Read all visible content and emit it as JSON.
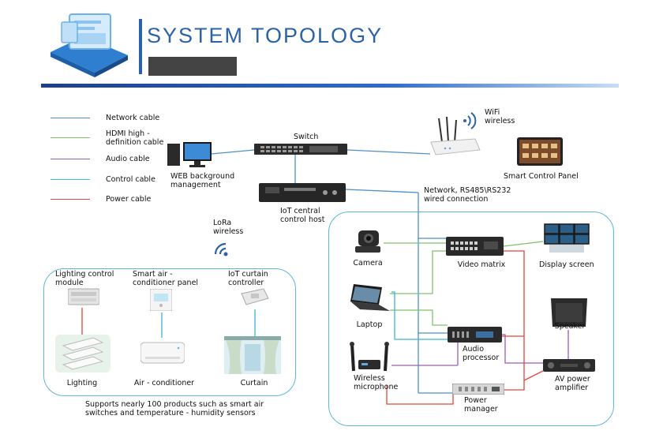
{
  "header": {
    "title": "SYSTEM TOPOLOGY"
  },
  "legend": [
    {
      "label": "Network cable",
      "color": "#4f8fc9"
    },
    {
      "label": "HDMI high - definition cable",
      "color": "#7cc26a"
    },
    {
      "label": "Audio cable",
      "color": "#9b5fb8"
    },
    {
      "label": "Control cable",
      "color": "#3fb3d8"
    },
    {
      "label": "Power cable",
      "color": "#e0483c"
    }
  ],
  "nodes": {
    "switch": "Switch",
    "web_mgmt": "WEB background management",
    "wifi": "WiFi wireless",
    "smart_panel": "Smart Control Panel",
    "iot_host": "IoT central control host",
    "network_note": "Network, RS485\\RS232 wired connection",
    "lora": "LoRa wireless",
    "lighting_module": "Lighting control module",
    "ac_panel": "Smart air - conditioner panel",
    "curtain_ctrl": "IoT curtain controller",
    "lighting": "Lighting",
    "air_conditioner": "Air - conditioner",
    "curtain": "Curtain",
    "support_note": "Supports nearly 100 products such as smart air switches and temperature - humidity sensors",
    "camera": "Camera",
    "video_matrix": "Video matrix",
    "display_screen": "Display screen",
    "laptop": "Laptop",
    "speaker": "Speaker",
    "audio_processor": "Audio processor",
    "wireless_mic": "Wireless microphone",
    "av_amplifier": "AV power amplifier",
    "power_manager": "Power manager"
  }
}
